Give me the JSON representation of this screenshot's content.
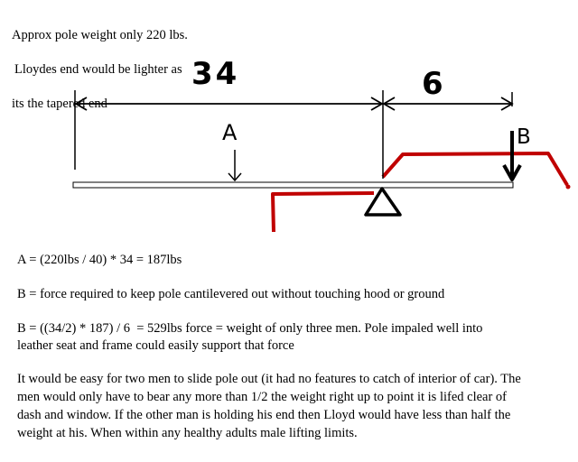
{
  "note": {
    "line1": "Approx pole weight only 220 lbs.",
    "line2": "Lloydes end would be lighter as",
    "line3": "its the tapered end"
  },
  "diagram": {
    "dimension_long": "34",
    "dimension_short": "6",
    "label_a": "A",
    "label_b": "B",
    "colors": {
      "ink": "#000000",
      "outline": "#c00000",
      "beam_fill": "#ffffff"
    }
  },
  "equations": {
    "a": "A = (220lbs / 40) * 34 = 187lbs",
    "b_definition": "B = force required to keep pole cantilevered out without touching hood or ground",
    "b_calc_line1": "B = ((34/2) * 187) / 6  = 529lbs force = weight of only three men. Pole impaled well into",
    "b_calc_line2": "leather seat and frame could easily support that force"
  },
  "paragraph": {
    "line1": "It would be easy for two men to slide pole out (it had no features to catch of interior of car). The",
    "line2": "men would only have to bear any more than 1/2 the weight right up to point it is lifed clear of",
    "line3": "dash and window. If the other man is holding his end then Lloyd would have less than half the",
    "line4": "weight at his. When within any healthy adults male lifting limits."
  }
}
